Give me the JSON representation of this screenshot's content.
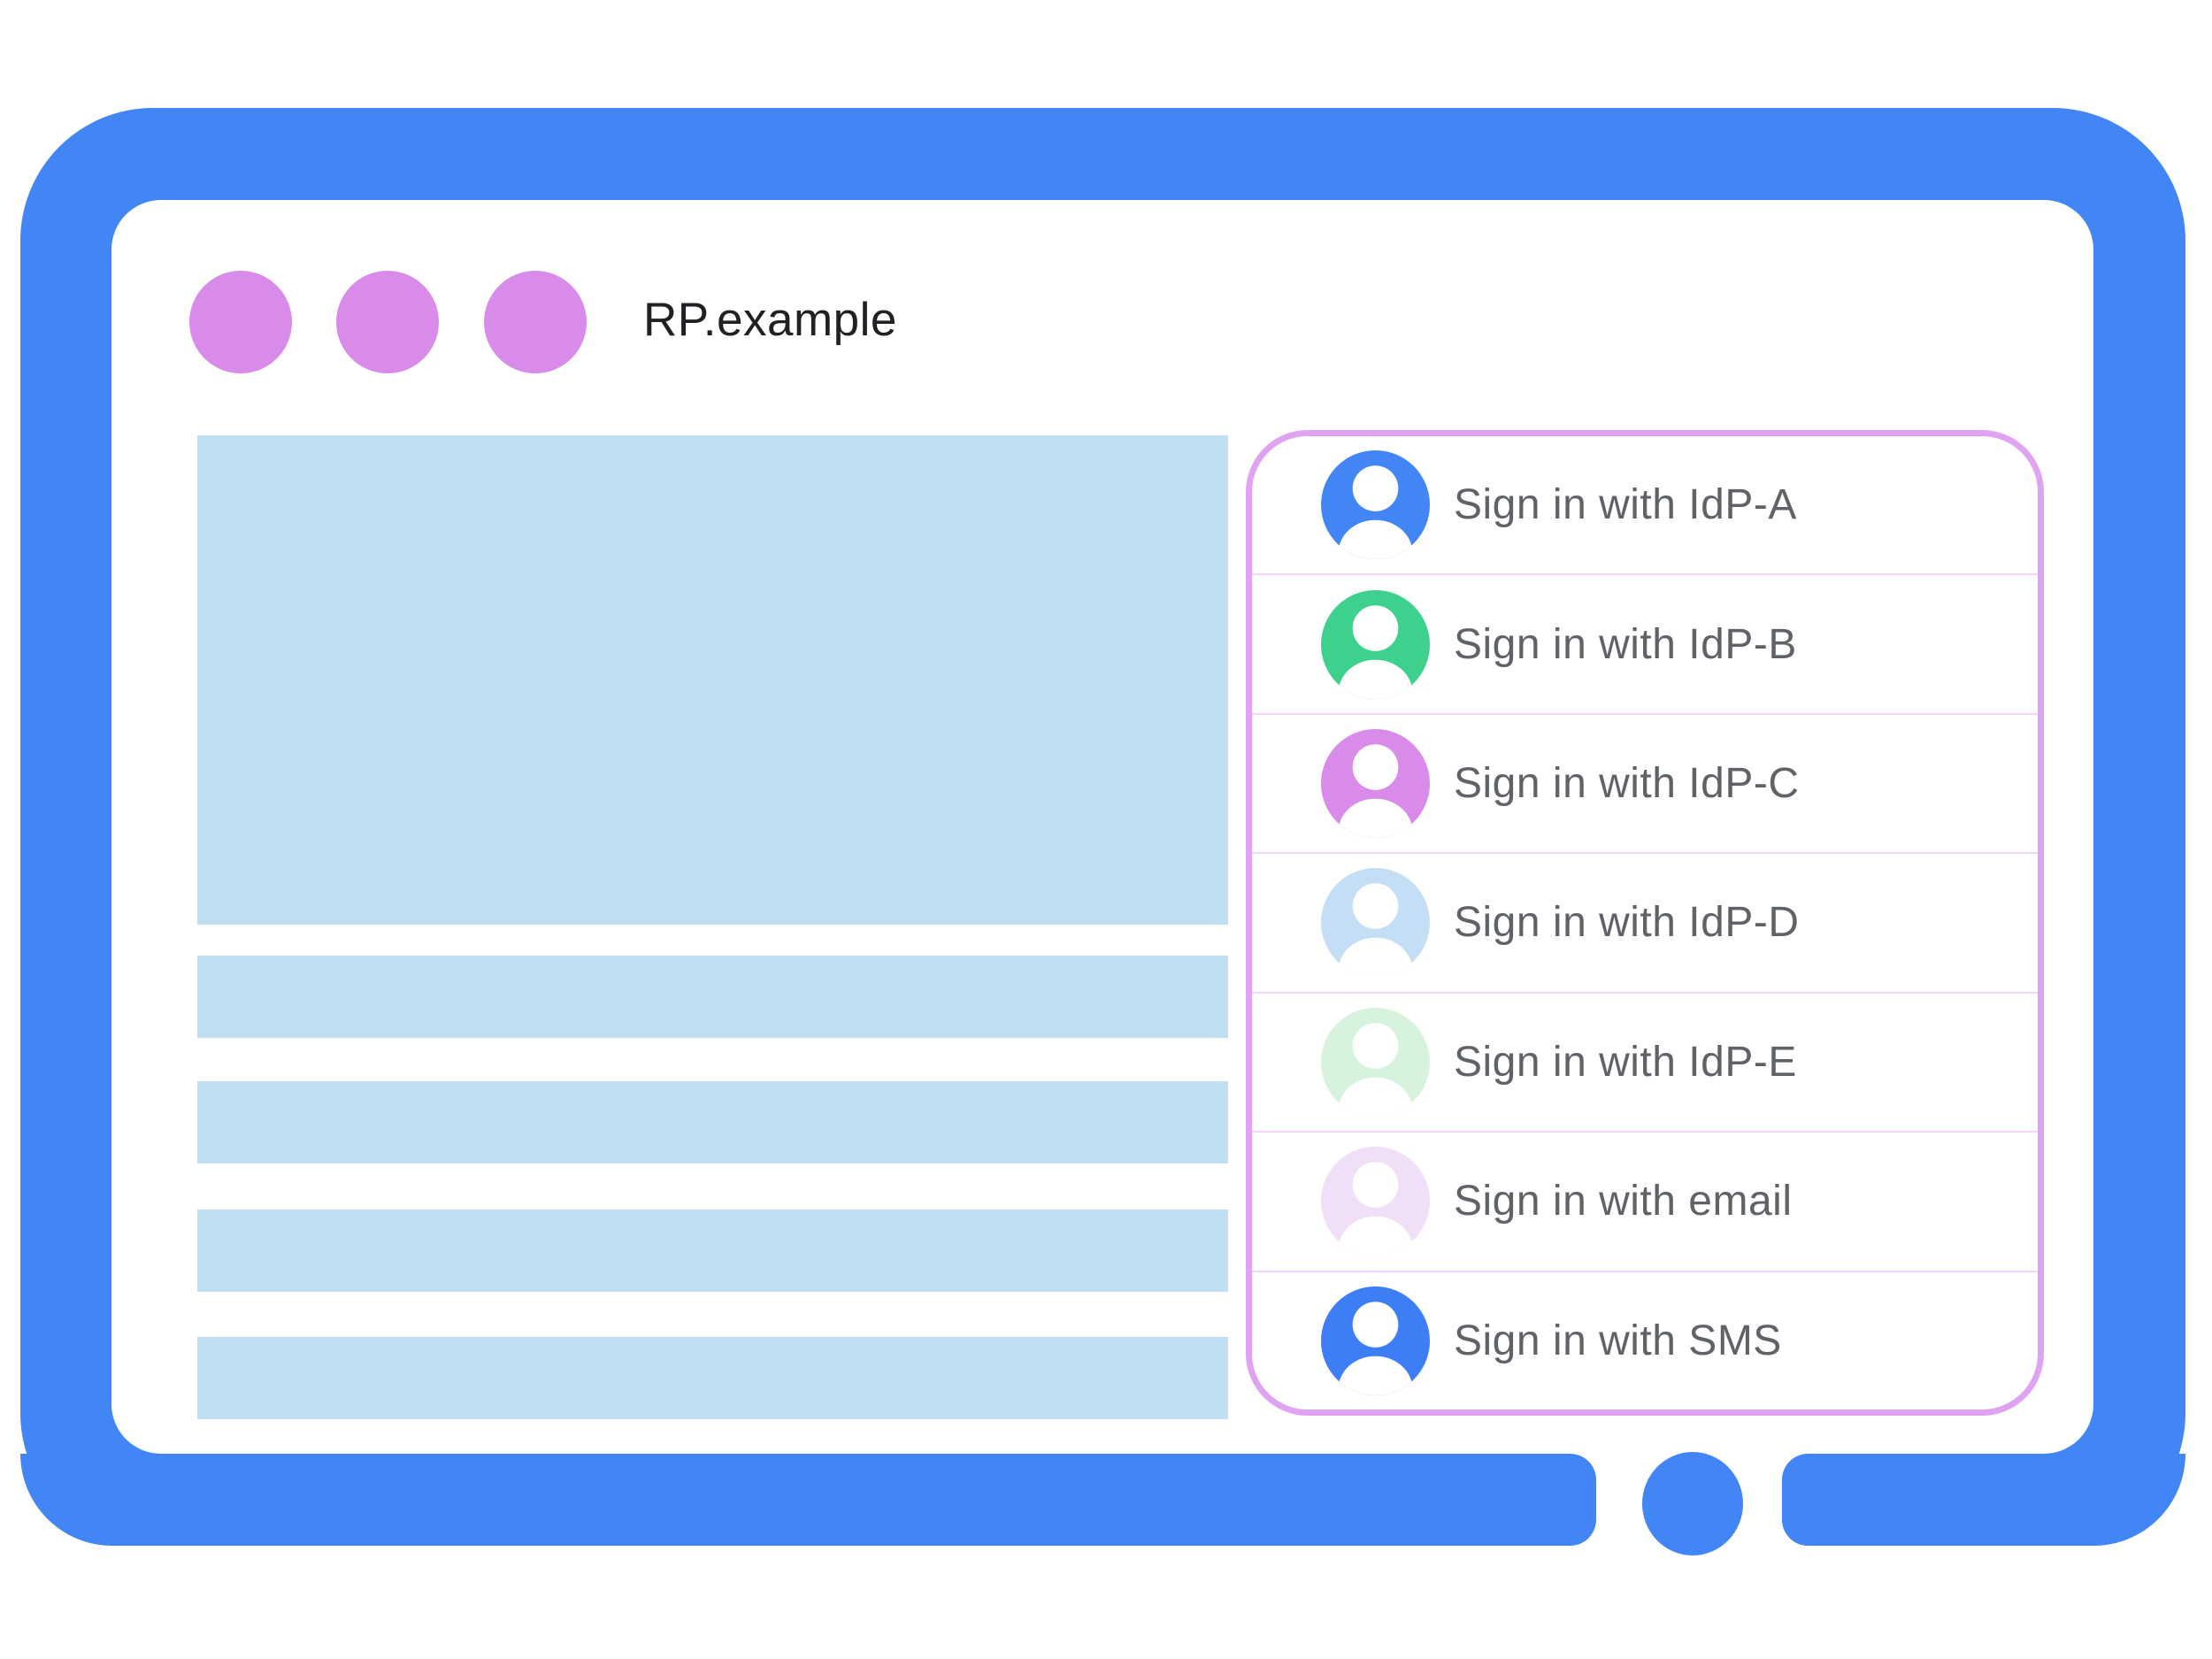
{
  "colors": {
    "frame_blue": "#4285F4",
    "content_block": "#BFDFF3",
    "traffic_dot": "#D98BEA",
    "panel_border": "#E0A3F2",
    "panel_divider": "#F2D6F9",
    "label_text": "#5F6368",
    "title_text": "#202124"
  },
  "browser": {
    "title": "RP.example"
  },
  "signin_dialog": {
    "options": [
      {
        "label": "Sign in with IdP-A",
        "avatar_color": "#4285F4"
      },
      {
        "label": "Sign in with IdP-B",
        "avatar_color": "#3ED18D"
      },
      {
        "label": "Sign in with IdP-C",
        "avatar_color": "#D98BEA"
      },
      {
        "label": "Sign in with IdP-D",
        "avatar_color": "#C4DEF5"
      },
      {
        "label": "Sign in with IdP-E",
        "avatar_color": "#D8F3DD"
      },
      {
        "label": "Sign in with email",
        "avatar_color": "#F0DFF7"
      },
      {
        "label": "Sign in with SMS",
        "avatar_color": "#3D7EF7"
      }
    ]
  }
}
